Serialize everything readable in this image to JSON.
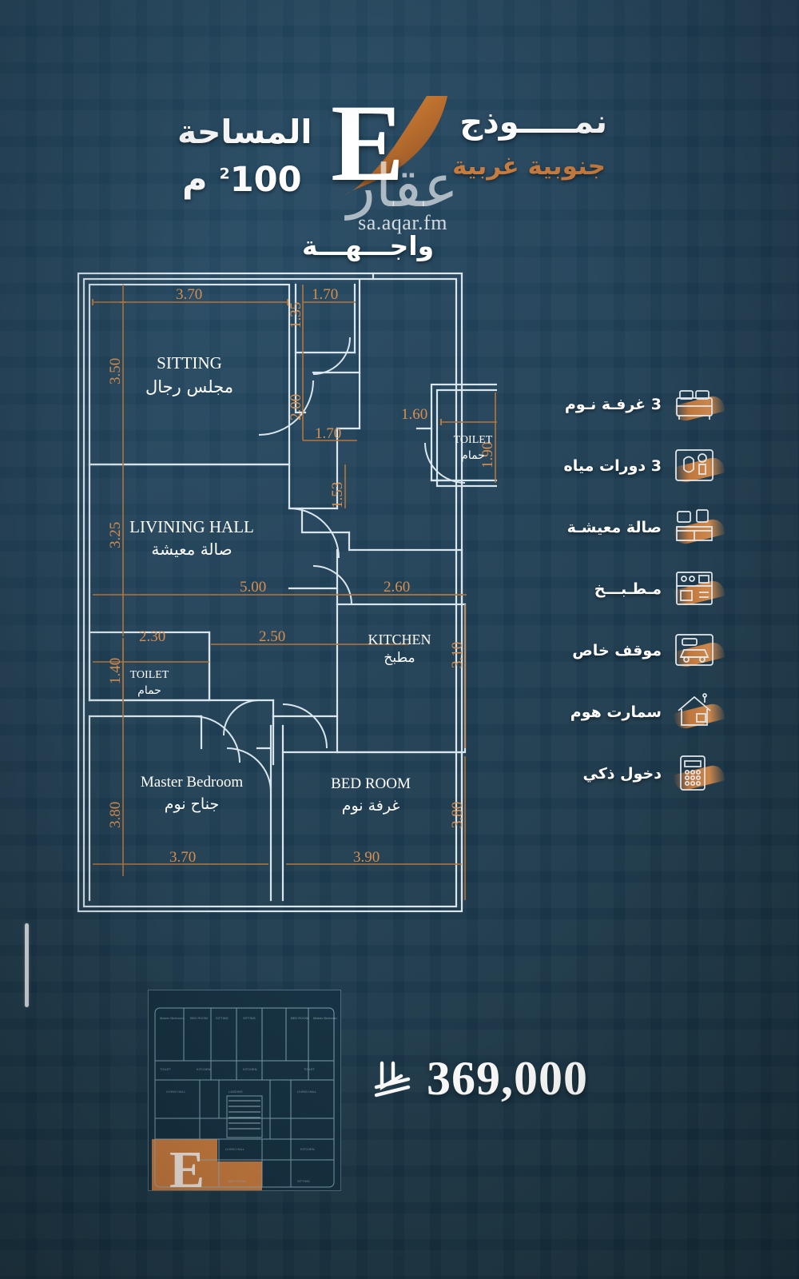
{
  "header": {
    "model_label": "نمـــــوذج",
    "direction_label": "جنوبية غربية",
    "facade_label": "واجـــهـــة",
    "area_label": "المساحة",
    "area_value": "100 م",
    "area_unit": "2",
    "unit_letter": "E",
    "watermark_glyph": "عقار",
    "watermark_url": "sa.aqar.fm"
  },
  "features": [
    {
      "label": "3 غرفـة نـوم",
      "icon": "bedroom-icon"
    },
    {
      "label": "3 دورات مياه",
      "icon": "bathroom-icon"
    },
    {
      "label": "صالة معيشـة",
      "icon": "living-room-icon"
    },
    {
      "label": "مـطـبـــخ",
      "icon": "kitchen-icon"
    },
    {
      "label": "موقف خاص",
      "icon": "parking-icon"
    },
    {
      "label": "سمارت هوم",
      "icon": "smart-home-icon"
    },
    {
      "label": "دخول ذكي",
      "icon": "smart-entry-icon"
    }
  ],
  "floor_plan": {
    "rooms": [
      {
        "en": "SITTING",
        "ar": "مجلس رجال",
        "w": "3.70",
        "h": "3.50"
      },
      {
        "en": "LIVINING  HALL",
        "ar": "صالة معيشة",
        "w": "5.00",
        "h": "3.25"
      },
      {
        "en": "TOILET",
        "ar": "حمام",
        "w": "1.60",
        "h": "1.90"
      },
      {
        "en": "KITCHEN",
        "ar": "مطبخ",
        "w": "2.60",
        "h": "3.10"
      },
      {
        "en": "TOILET",
        "ar": "حمام",
        "w": "2.30",
        "h": "1.40"
      },
      {
        "en": "Master Bedroom",
        "ar": "جناح نوم",
        "w": "3.70",
        "h": "3.80"
      },
      {
        "en": "BED ROOM",
        "ar": "غرفة نوم",
        "w": "3.90",
        "h": "3.80"
      }
    ],
    "dimensions": {
      "sitting_w": "3.70",
      "sitting_h": "3.50",
      "entry_top_w": "1.70",
      "entry_small_h": "1.35",
      "entry_v": "2.00",
      "entry_bottom_w": "1.70",
      "corridor_h": "1.53",
      "toilet1_w": "1.60",
      "toilet1_h": "1.90",
      "hall_h": "3.25",
      "hall_w": "5.00",
      "toilet2_w": "2.30",
      "toilet2_h": "1.40",
      "mid_w": "2.50",
      "kitchen_w": "2.60",
      "kitchen_h": "3.10",
      "master_w": "3.70",
      "master_h": "3.80",
      "bed_w": "3.90",
      "bed_h": "3.80"
    }
  },
  "mini_plan": {
    "unit_letter": "E"
  },
  "price": {
    "currency_symbol": "riyal-symbol",
    "value": "369,000"
  },
  "colors": {
    "background": "#1d3a4f",
    "accent_orange": "#c67b3f",
    "plan_line": "#d9e6ee",
    "dimension_line": "#b5763c",
    "text_white": "#ffffff"
  }
}
